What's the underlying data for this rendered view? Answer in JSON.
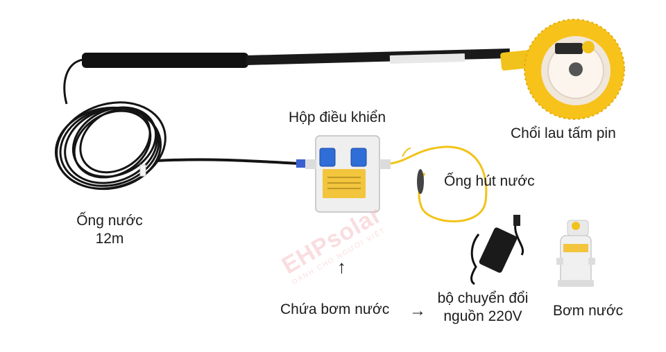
{
  "labels": {
    "hop_dieu_khien": "Hộp điều khiển",
    "choi_lau": "Chổi lau tấm pin",
    "ong_hut": "Ống hút nước",
    "ong_nuoc_line1": "Ống nước",
    "ong_nuoc_line2": "12m",
    "chua_bom": "Chứa bơm nước",
    "bo_chuyen_line1": "bộ chuyển đổi",
    "bo_chuyen_line2": "nguồn 220V",
    "bom_nuoc": "Bơm nước"
  },
  "arrows": {
    "up": "↑",
    "right": "→"
  },
  "watermark": {
    "brand": "EHPsolar",
    "tagline": "DÀNH CHO NGƯỜI VIỆT"
  },
  "colors": {
    "brush": "#f7c21a",
    "hose": "#f2c318",
    "pole": "#111111",
    "box": "#efefef",
    "switch": "#2e6ed6",
    "watermark": "#f4a6ae"
  }
}
